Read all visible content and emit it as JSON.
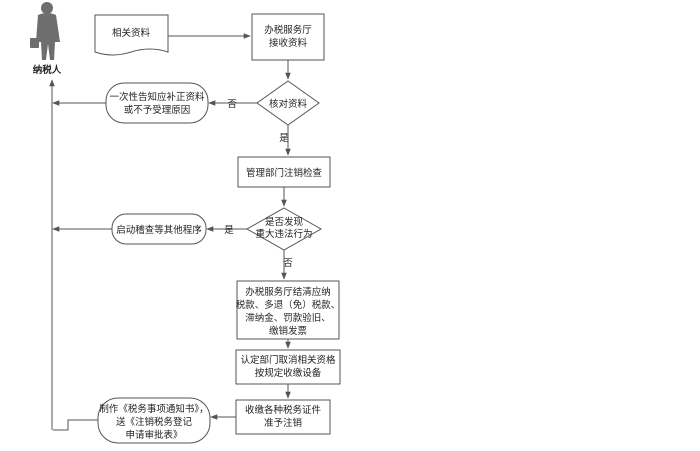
{
  "actor": {
    "label": "纳税人",
    "icon": "person-with-briefcase-icon"
  },
  "nodes": {
    "related_docs": [
      "相关资料"
    ],
    "hall_receive": [
      "办税服务厅",
      "接收资料"
    ],
    "check_docs": [
      "核对资料"
    ],
    "one_time_notice": [
      "一次性告知应补正资料",
      "或不予受理原因"
    ],
    "mgmt_check": [
      "管理部门注销检查"
    ],
    "violation_q": [
      "是否发现",
      "重大违法行为"
    ],
    "start_audit": [
      "启动稽查等其他程序"
    ],
    "settle": [
      "办税服务厅结清应纳",
      "税款、多退（免）税款、",
      "滞纳金、罚款验旧、",
      "缴销发票"
    ],
    "cancel_qual": [
      "认定部门取消相关资格",
      "按规定收缴设备"
    ],
    "collect_cert": [
      "收缴各种税务证件",
      "准予注销"
    ],
    "make_notice": [
      "制作《税务事项通知书》，",
      "送《注销税务登记",
      "申请审批表》"
    ]
  },
  "edge_labels": {
    "no": "否",
    "yes": "是"
  },
  "colors": {
    "stroke": "#555555",
    "text": "#222222",
    "person": "#6e6e6e"
  }
}
